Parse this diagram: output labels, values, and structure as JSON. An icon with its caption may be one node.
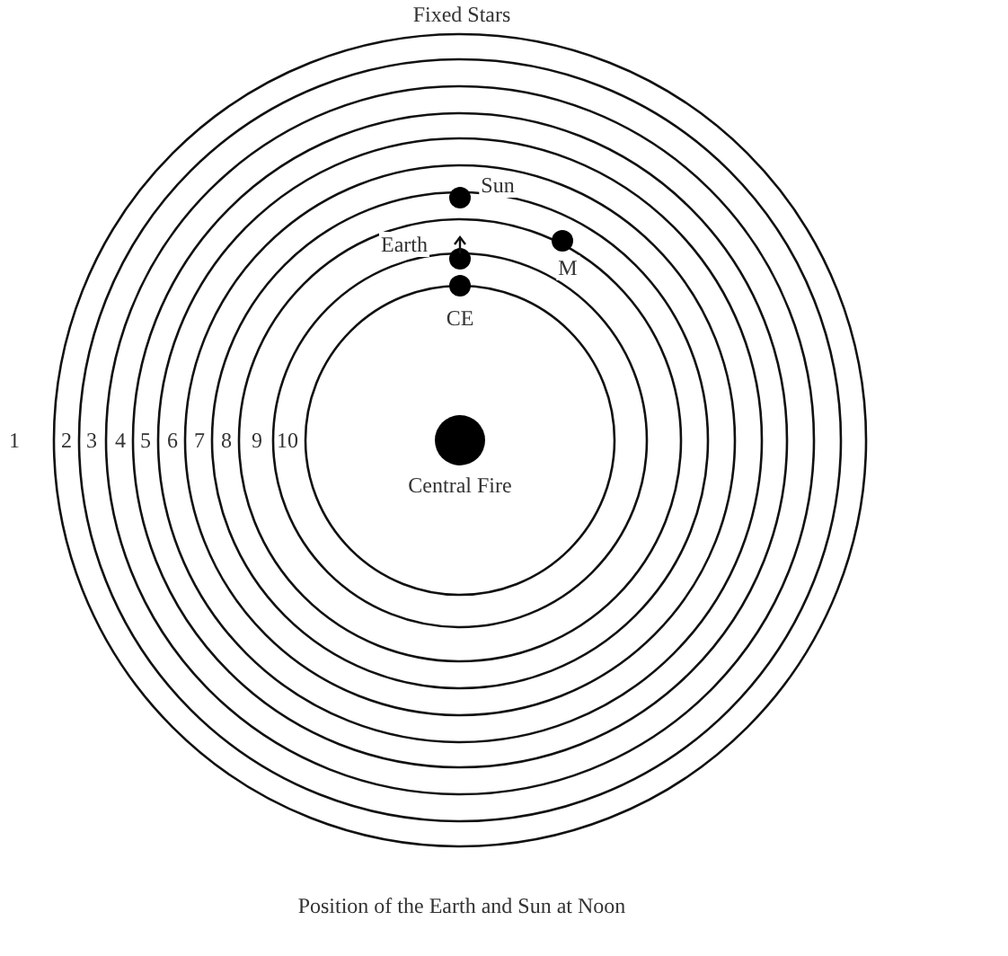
{
  "diagram": {
    "caption": "Position of the Earth and Sun at Noon",
    "labels": [
      "Fixed Stars",
      "Sun",
      "Earth",
      "M",
      "CE",
      "1",
      "2",
      "3",
      "4",
      "5",
      "6",
      "7",
      "8",
      "9",
      "10",
      "Central Fire"
    ]
  }
}
